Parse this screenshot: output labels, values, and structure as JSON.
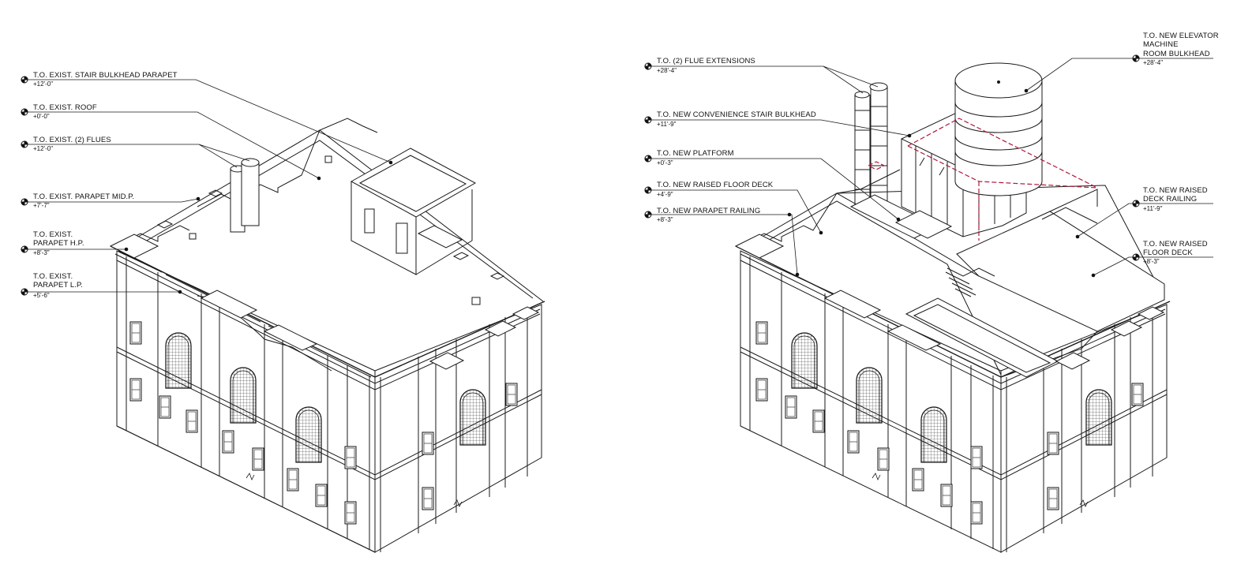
{
  "left_view": {
    "callouts": [
      {
        "lines": [
          "T.O. EXIST. STAIR BULKHEAD PARAPET"
        ],
        "elevation": "+12'-0\""
      },
      {
        "lines": [
          "T.O. EXIST. ROOF"
        ],
        "elevation": "+0'-0\""
      },
      {
        "lines": [
          "T.O. EXIST. (2) FLUES"
        ],
        "elevation": "+12'-0\""
      },
      {
        "lines": [
          "T.O. EXIST. PARAPET MID.P."
        ],
        "elevation": "+7'-7\""
      },
      {
        "lines": [
          "T.O. EXIST.",
          "PARAPET H.P."
        ],
        "elevation": "+8'-3\""
      },
      {
        "lines": [
          "T.O. EXIST.",
          "PARAPET L.P."
        ],
        "elevation": "+5'-6\""
      }
    ]
  },
  "right_view": {
    "callouts": [
      {
        "lines": [
          "T.O. (2) FLUE EXTENSIONS"
        ],
        "elevation": "+28'-4\""
      },
      {
        "lines": [
          "T.O. NEW CONVENIENCE STAIR BULKHEAD"
        ],
        "elevation": "+11'-9\""
      },
      {
        "lines": [
          "T.O. NEW PLATFORM"
        ],
        "elevation": "+0'-3\""
      },
      {
        "lines": [
          "T.O. NEW RAISED FLOOR DECK"
        ],
        "elevation": "+4'-9\""
      },
      {
        "lines": [
          "T.O. NEW PARAPET RAILING"
        ],
        "elevation": "+8'-3\""
      },
      {
        "lines": [
          "T.O. NEW ELEVATOR",
          "MACHINE",
          "ROOM BULKHEAD"
        ],
        "elevation": "+28'-4\""
      },
      {
        "lines": [
          "T.O. NEW RAISED",
          "DECK RAILING"
        ],
        "elevation": "+11'-9\""
      },
      {
        "lines": [
          "T.O. NEW RAISED",
          "FLOOR DECK"
        ],
        "elevation": "+8'-3\""
      }
    ]
  },
  "colors": {
    "line": "#1a1a1a",
    "accent_dashed": "#b0183c",
    "background": "#ffffff"
  },
  "icons": {
    "level_marker": "elevation-target-icon"
  }
}
